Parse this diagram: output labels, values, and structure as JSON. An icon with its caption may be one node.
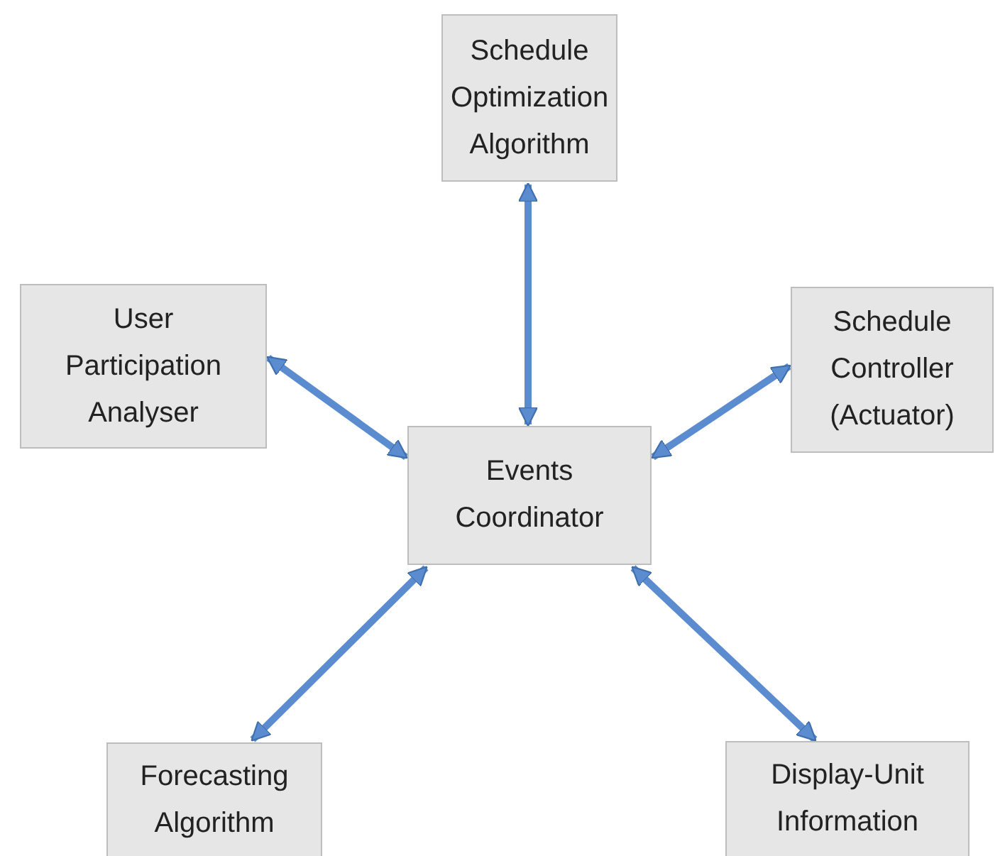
{
  "diagram": {
    "nodes": [
      {
        "text": [
          "Schedule Optimization Algorithm"
        ]
      },
      {
        "text": [
          "User Participation Analyser"
        ]
      },
      {
        "text": [
          "Schedule Controller (Actuator)"
        ]
      },
      {
        "text": [
          "Events Coordinator"
        ]
      },
      {
        "text": [
          "Forecasting Algorithm"
        ]
      },
      {
        "text": [
          "Display-Unit Information"
        ]
      }
    ],
    "edges": [
      {
        "from": 3,
        "to": 0,
        "arrow": "both"
      },
      {
        "from": 3,
        "to": 1,
        "arrow": "both"
      },
      {
        "from": 3,
        "to": 2,
        "arrow": "both"
      },
      {
        "from": 3,
        "to": 4,
        "arrow": "both"
      },
      {
        "from": 3,
        "to": 5,
        "arrow": "both"
      }
    ]
  }
}
